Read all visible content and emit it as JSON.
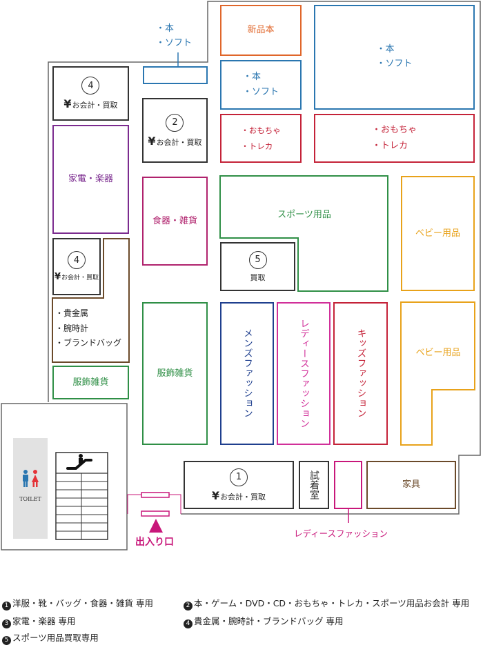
{
  "colors": {
    "blue": "#2a76b0",
    "orange": "#e0662a",
    "red": "#c42238",
    "purple": "#7b2b8f",
    "magenta": "#b0226d",
    "green": "#2f8f46",
    "navy": "#1f3f8e",
    "pink": "#d12f99",
    "yellow": "#e8a21a",
    "brown": "#6b4a2a",
    "entrance": "#c8177a"
  },
  "yen": "¥",
  "register_text": "お会計・買取",
  "callouts": {
    "top_books": [
      "・本",
      "・ソフト"
    ],
    "ladies_below": "レディースファッション"
  },
  "sections": {
    "shinpinbon": "新品本",
    "books_large": [
      "・本",
      "・ソフト"
    ],
    "books_small": [
      "・本",
      "・ソフト"
    ],
    "toys_small": [
      "・おもちゃ",
      "・トレカ"
    ],
    "toys_large": [
      "・おもちゃ",
      "・トレカ"
    ],
    "kaden": "家電・楽器",
    "shokki": "食器・雑貨",
    "sports": "スポーツ用品",
    "baby_top": "ベビー用品",
    "baby_bottom": "ベビー用品",
    "kikinzoku": [
      "・貴金属",
      "・腕時計",
      "・ブランドバッグ"
    ],
    "fukushoku_left": "服飾雑貨",
    "fukushoku_center": "服飾雑貨",
    "mens": "メンズファッション",
    "ladies": "レディースファッション",
    "kids": "キッズファッション",
    "kagu": "家具",
    "fitting": "試着室",
    "kaitori": "買取",
    "toilet": "TOILET",
    "entrance": "出入り口"
  },
  "registers": {
    "r4_top": "4",
    "r2": "2",
    "r4_mid": "4",
    "r5": "5",
    "r1": "1"
  },
  "legend": [
    {
      "num": "1",
      "text": "洋服・靴・バッグ・食器・雑貨 専用"
    },
    {
      "num": "2",
      "text": "本・ゲーム・DVD・CD・おもちゃ・トレカ・スポーツ用品お会計 専用"
    },
    {
      "num": "3",
      "text": "家電・楽器 専用"
    },
    {
      "num": "4",
      "text": "貴金属・腕時計・ブランドバッグ 専用"
    },
    {
      "num": "5",
      "text": "スポーツ用品買取専用"
    }
  ]
}
